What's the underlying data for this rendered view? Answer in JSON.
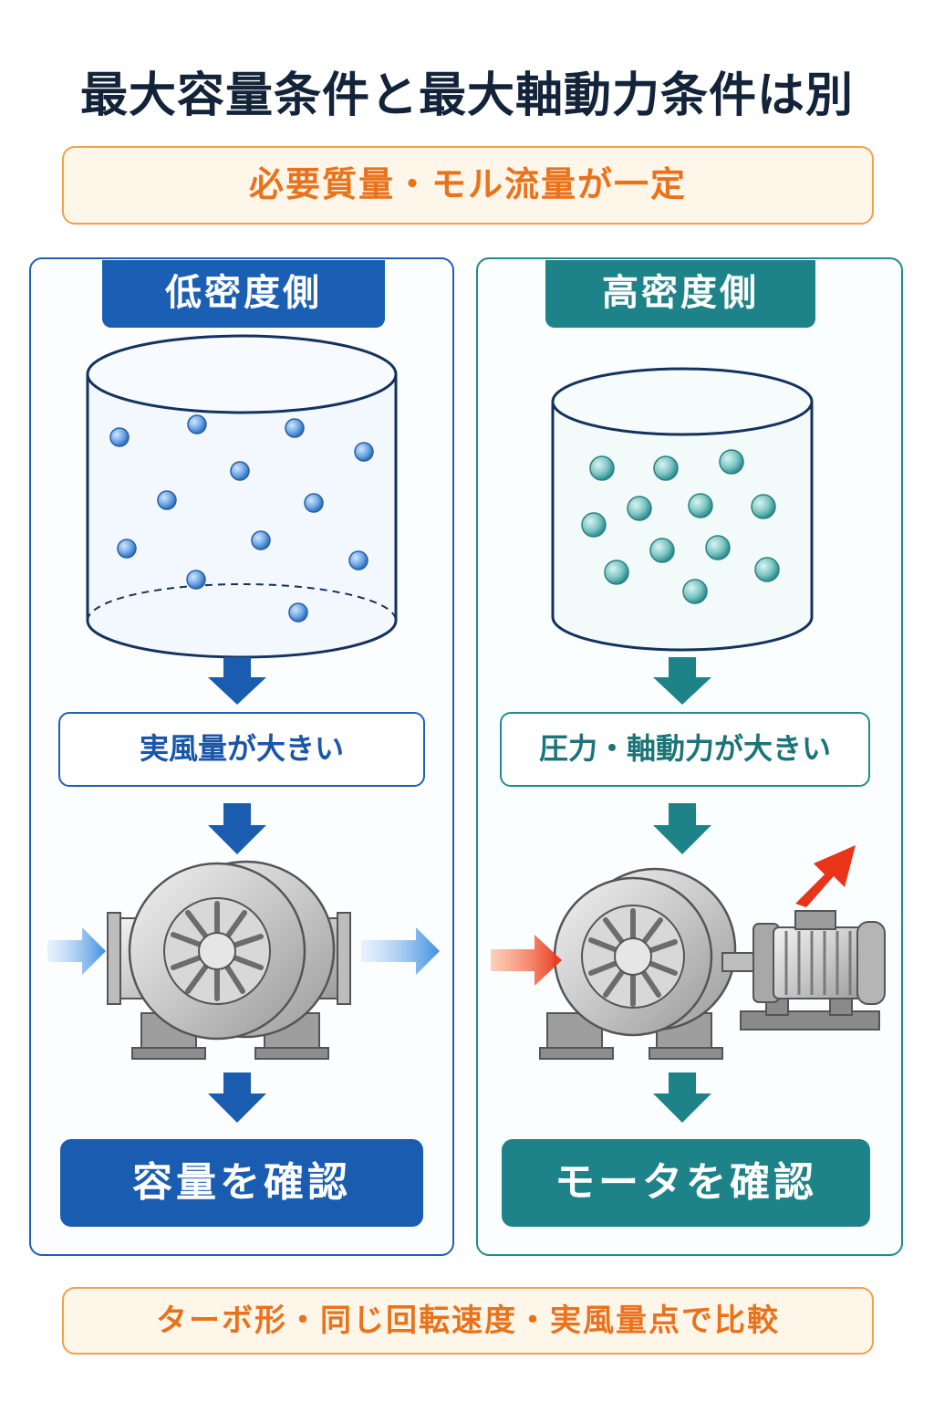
{
  "title": "最大容量条件と最大軸動力条件は別",
  "top_note": "必要質量・モル流量が一定",
  "bottom_note": "ターボ形・同じ回転速度・実風量点で比較",
  "left": {
    "tab": "低密度側",
    "result": "実風量が大きい",
    "conclusion": "容量を確認",
    "accent": "#1b5fb4"
  },
  "right": {
    "tab": "高密度側",
    "result": "圧力・軸動力が大きい",
    "conclusion": "モータを確認",
    "accent": "#1e8388"
  }
}
